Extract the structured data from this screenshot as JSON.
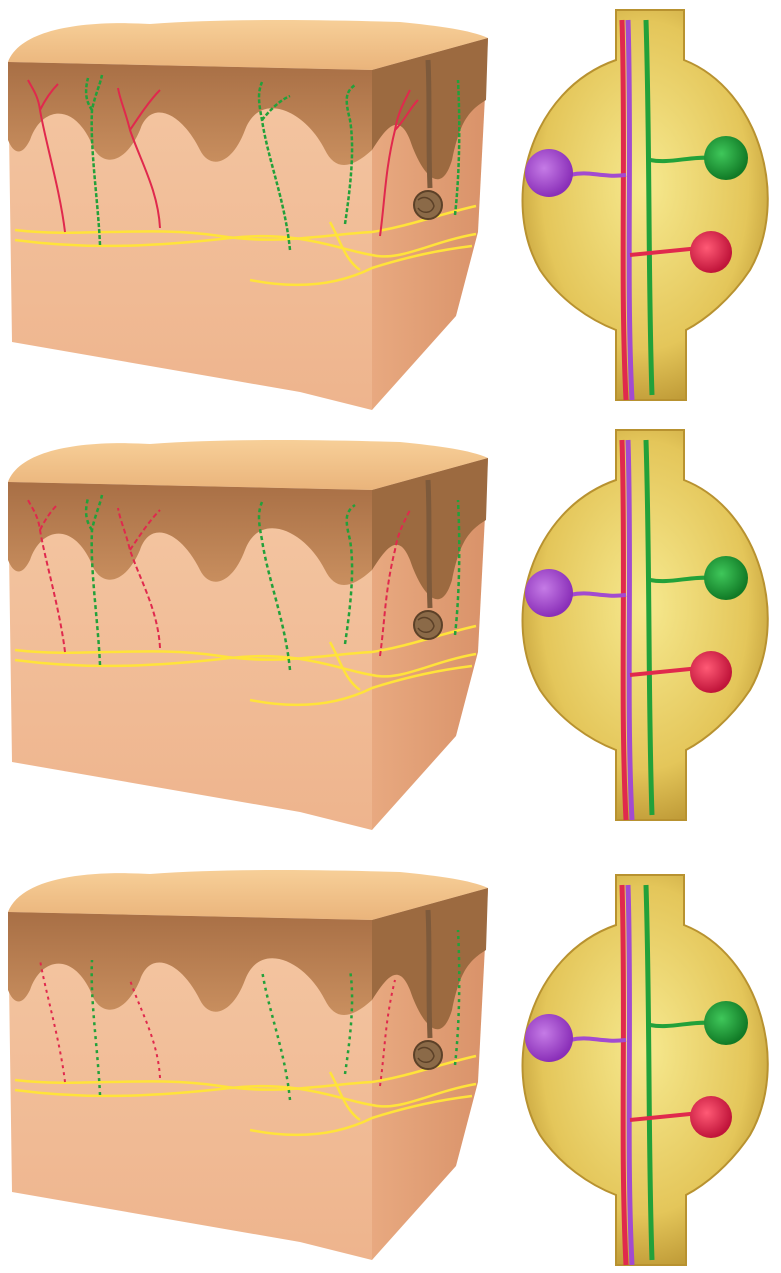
{
  "colors": {
    "background": "#ffffff",
    "skin_surface": "#f3c08f",
    "skin_body": "#f5c6a0",
    "epidermis": "#b97d4e",
    "sensory_fiber_red": "#e0294d",
    "sensory_fiber_green": "#22a13a",
    "nerve_plexus_yellow": "#ffe63a",
    "hair_follicle": "#7d5a3c",
    "ganglion_body": "#e6cc5a",
    "neuron_purple": "#a24bd0",
    "neuron_green": "#1f9a38",
    "neuron_red": "#e5294d"
  },
  "rows": [
    {
      "label": "",
      "fiber_density": 1.0
    },
    {
      "label": "",
      "fiber_density": 0.6
    },
    {
      "label": "",
      "fiber_density": 0.35
    }
  ]
}
